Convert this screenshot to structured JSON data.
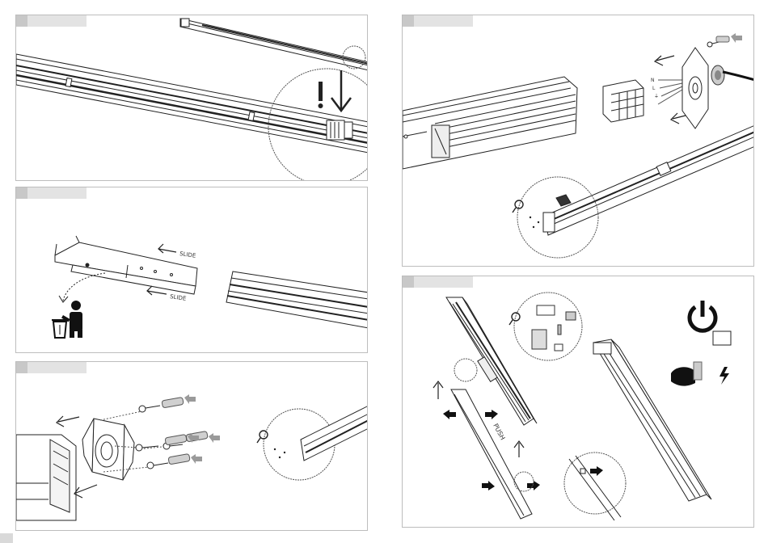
{
  "labels": {
    "slide_top": "SLIDE",
    "slide_bottom": "SLIDE",
    "push": "PUSH",
    "wire_letters": [
      "N",
      "L",
      "⏚"
    ]
  },
  "icons": {
    "panel1": [
      "warning-exclamation-icon",
      "down-arrow-icon",
      "magnifier-circle-icon"
    ],
    "panel2": [
      "slide-arrow-icon",
      "trash-person-icon"
    ],
    "panel3": [
      "screw-icon",
      "anchor-plug-icon",
      "push-arrow-icon",
      "magnifier-icon"
    ],
    "panel4": [
      "connector-block-icon",
      "cable-gland-icon",
      "magnifier-icon"
    ],
    "panel5": [
      "power-icon",
      "lightning-icon",
      "hand-icon",
      "magnifier-icon"
    ]
  },
  "colors": {
    "line": "#222222",
    "grey_arrow": "#9a9a9a",
    "tab": "#e3e3e3",
    "border": "#bdbdbd"
  }
}
